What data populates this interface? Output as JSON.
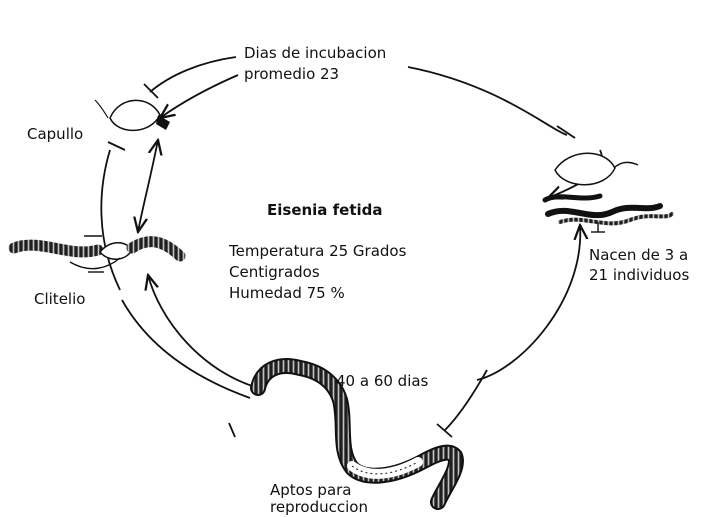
{
  "diagram": {
    "title": "Eisenia fetida",
    "conditions": [
      "Temperatura 25 Grados",
      "Centigrados",
      "Humedad 75 %"
    ],
    "stages": {
      "capullo": "Capullo",
      "incubacion": [
        "Dias de incubacion",
        "promedio 23"
      ],
      "nacen": [
        "Nacen de 3 a",
        "21 individuos"
      ],
      "maduracion": "40 a 60 dias",
      "aptos": [
        "Aptos para",
        "reproduccion"
      ],
      "clitelio": "Clitelio"
    },
    "colors": {
      "ink": "#111111",
      "background": "#ffffff"
    }
  }
}
